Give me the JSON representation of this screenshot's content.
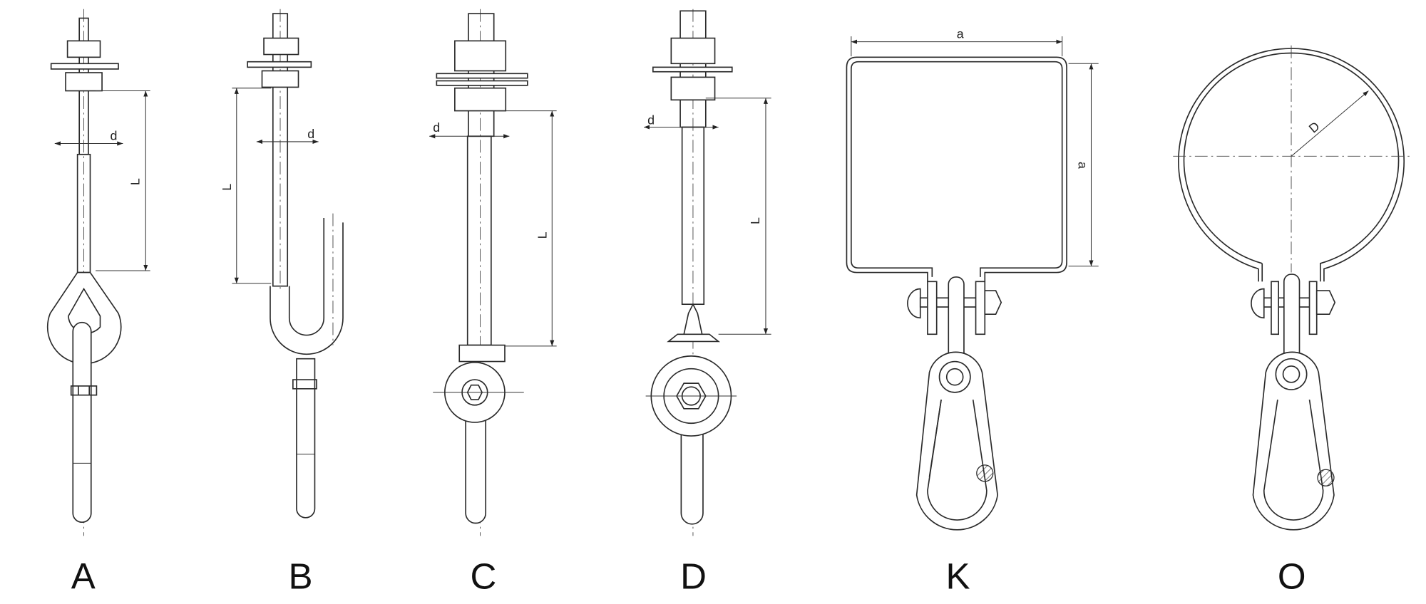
{
  "figure": {
    "variants": [
      {
        "id": "A",
        "label": "A",
        "dims": {
          "diameter": "d",
          "length": "L"
        }
      },
      {
        "id": "B",
        "label": "B",
        "dims": {
          "diameter": "d",
          "length": "L"
        }
      },
      {
        "id": "C",
        "label": "C",
        "dims": {
          "diameter": "d",
          "length": "L"
        }
      },
      {
        "id": "D",
        "label": "D",
        "dims": {
          "diameter": "d",
          "length": "L"
        }
      },
      {
        "id": "K",
        "label": "K",
        "dims": {
          "width": "a",
          "height": "a"
        }
      },
      {
        "id": "O",
        "label": "O",
        "dims": {
          "diameter": "D"
        }
      }
    ]
  }
}
